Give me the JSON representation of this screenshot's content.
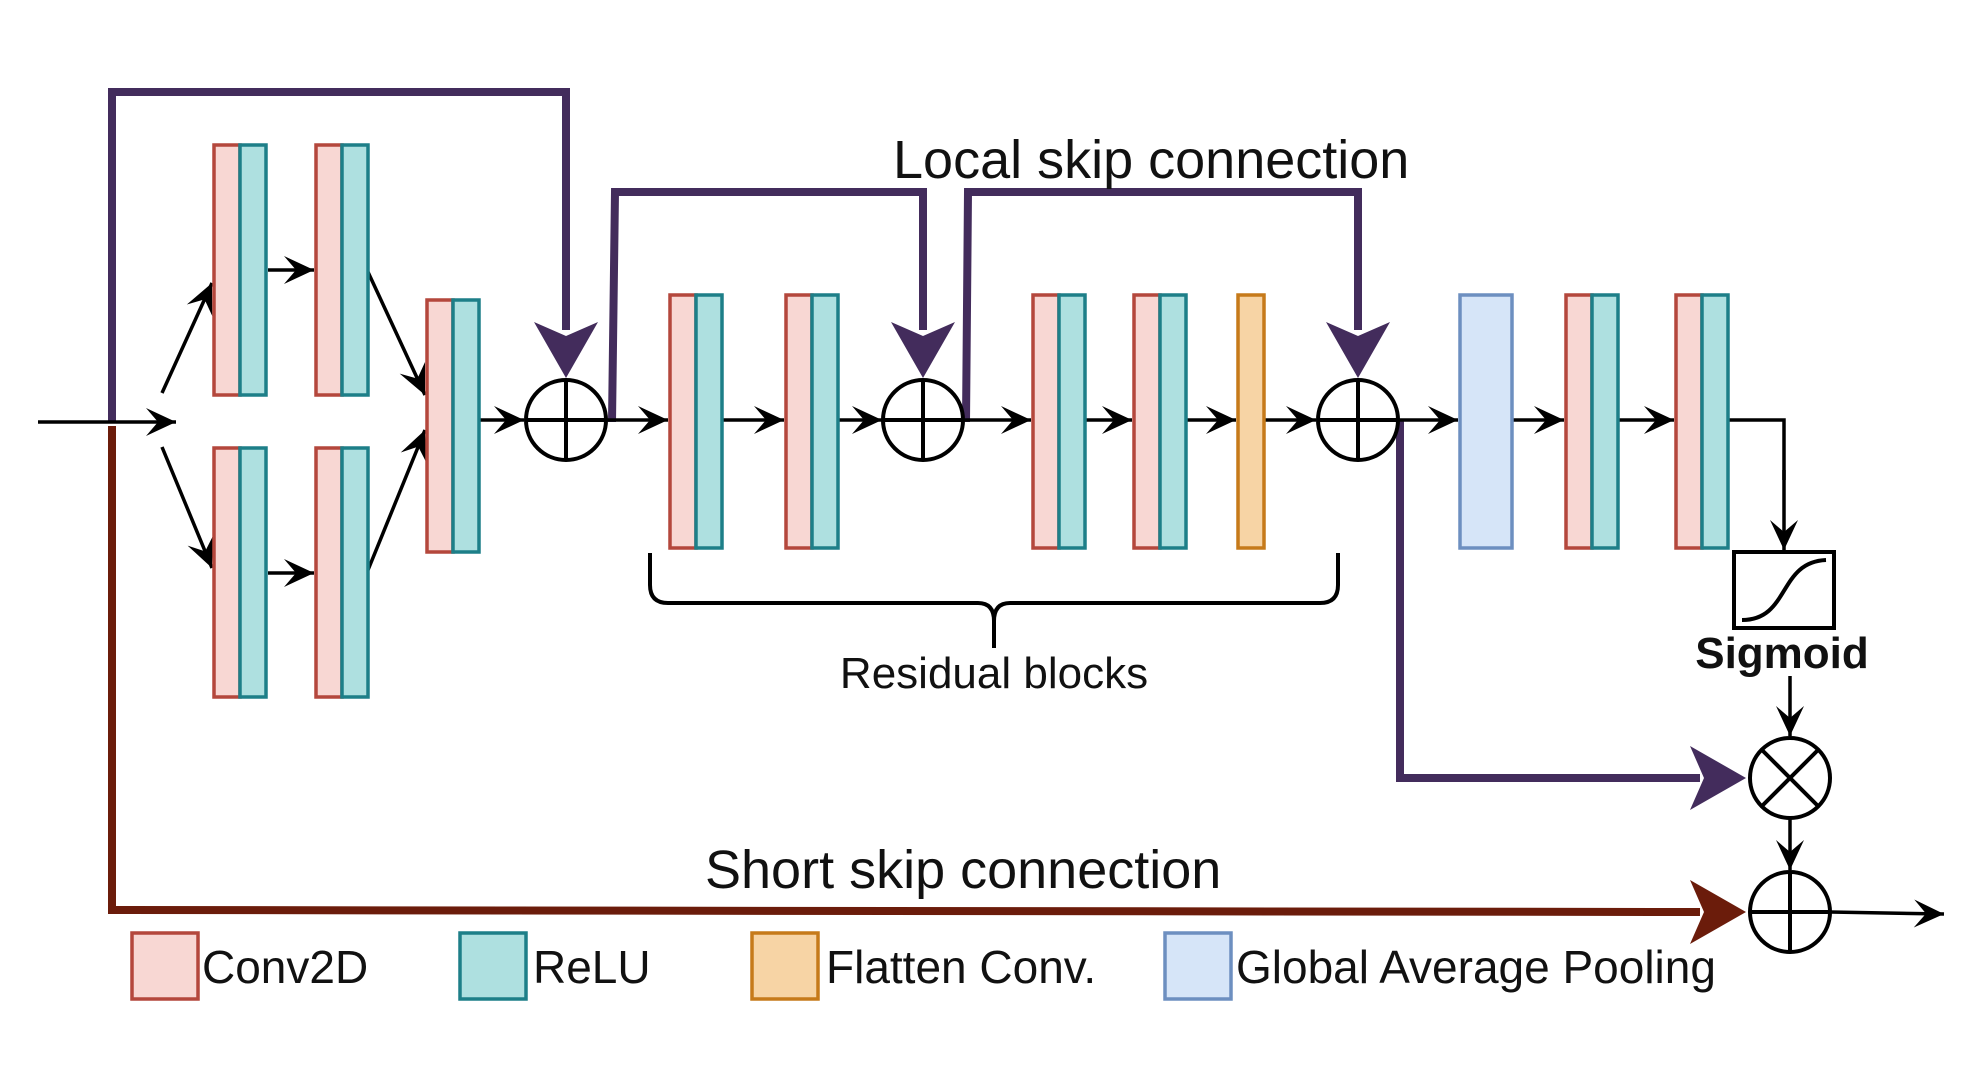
{
  "labels": {
    "local_skip": "Local skip connection",
    "residual_blocks": "Residual blocks",
    "sigmoid": "Sigmoid",
    "short_skip": "Short skip connection"
  },
  "legend": [
    {
      "key": "conv",
      "label": "Conv2D",
      "fill": "#f8d7d3",
      "stroke": "#b4473c"
    },
    {
      "key": "relu",
      "label": "ReLU",
      "fill": "#aee0e0",
      "stroke": "#1d7f88"
    },
    {
      "key": "flat",
      "label": "Flatten Conv.",
      "fill": "#f7d4a5",
      "stroke": "#c67a1a"
    },
    {
      "key": "gap",
      "label": "Global Average Pooling",
      "fill": "#d6e5f8",
      "stroke": "#6d8fc0"
    }
  ],
  "colors": {
    "skip_local": "#432c5c",
    "skip_short": "#6b1c0b"
  }
}
